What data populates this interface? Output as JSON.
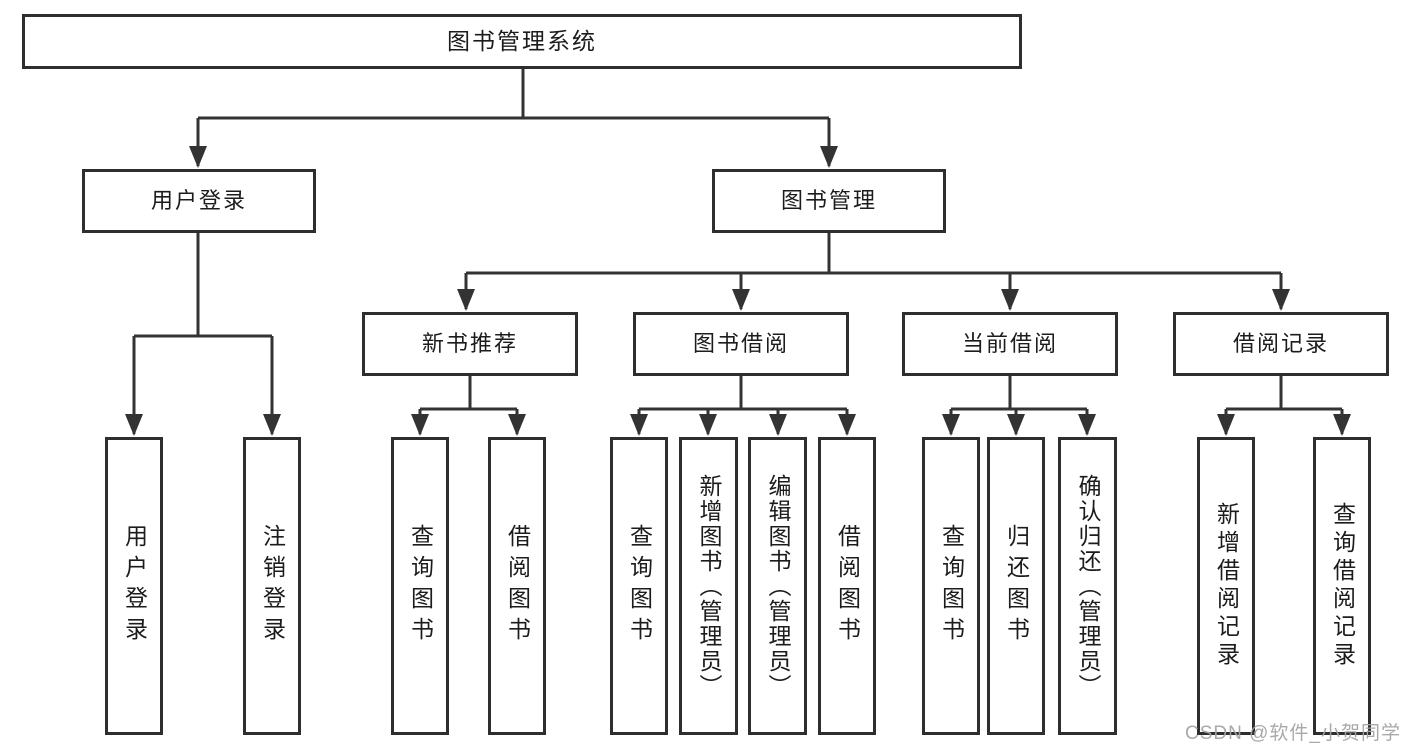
{
  "diagram": {
    "nodes": {
      "root": "图书管理系统",
      "userLogin": "用户登录",
      "bookMgmt": "图书管理",
      "newBooks": "新书推荐",
      "bookBorrow": "图书借阅",
      "currentBorrow": "当前借阅",
      "borrowRecords": "借阅记录",
      "leaves": [
        "用户登录",
        "注销登录",
        "查询图书",
        "借阅图书",
        "查询图书",
        "新增图书（管理员）",
        "编辑图书（管理员）",
        "借阅图书",
        "查询图书",
        "归还图书",
        "确认归还（管理员）",
        "新增借阅记录",
        "查询借阅记录"
      ]
    },
    "structure": {
      "root_children": [
        "用户登录",
        "图书管理"
      ],
      "用户登录_children": [
        "用户登录",
        "注销登录"
      ],
      "图书管理_children": [
        "新书推荐",
        "图书借阅",
        "当前借阅",
        "借阅记录"
      ],
      "新书推荐_children": [
        "查询图书",
        "借阅图书"
      ],
      "图书借阅_children": [
        "查询图书",
        "新增图书（管理员）",
        "编辑图书（管理员）",
        "借阅图书"
      ],
      "当前借阅_children": [
        "查询图书",
        "归还图书",
        "确认归还（管理员）"
      ],
      "借阅记录_children": [
        "新增借阅记录",
        "查询借阅记录"
      ]
    },
    "colors": {
      "box_border": "#2e2e2e",
      "connector": "#333333",
      "text": "#1c1c1c",
      "watermark_text_color": "#a4a4a8"
    }
  },
  "watermark": "CSDN @软件_小贺同学"
}
